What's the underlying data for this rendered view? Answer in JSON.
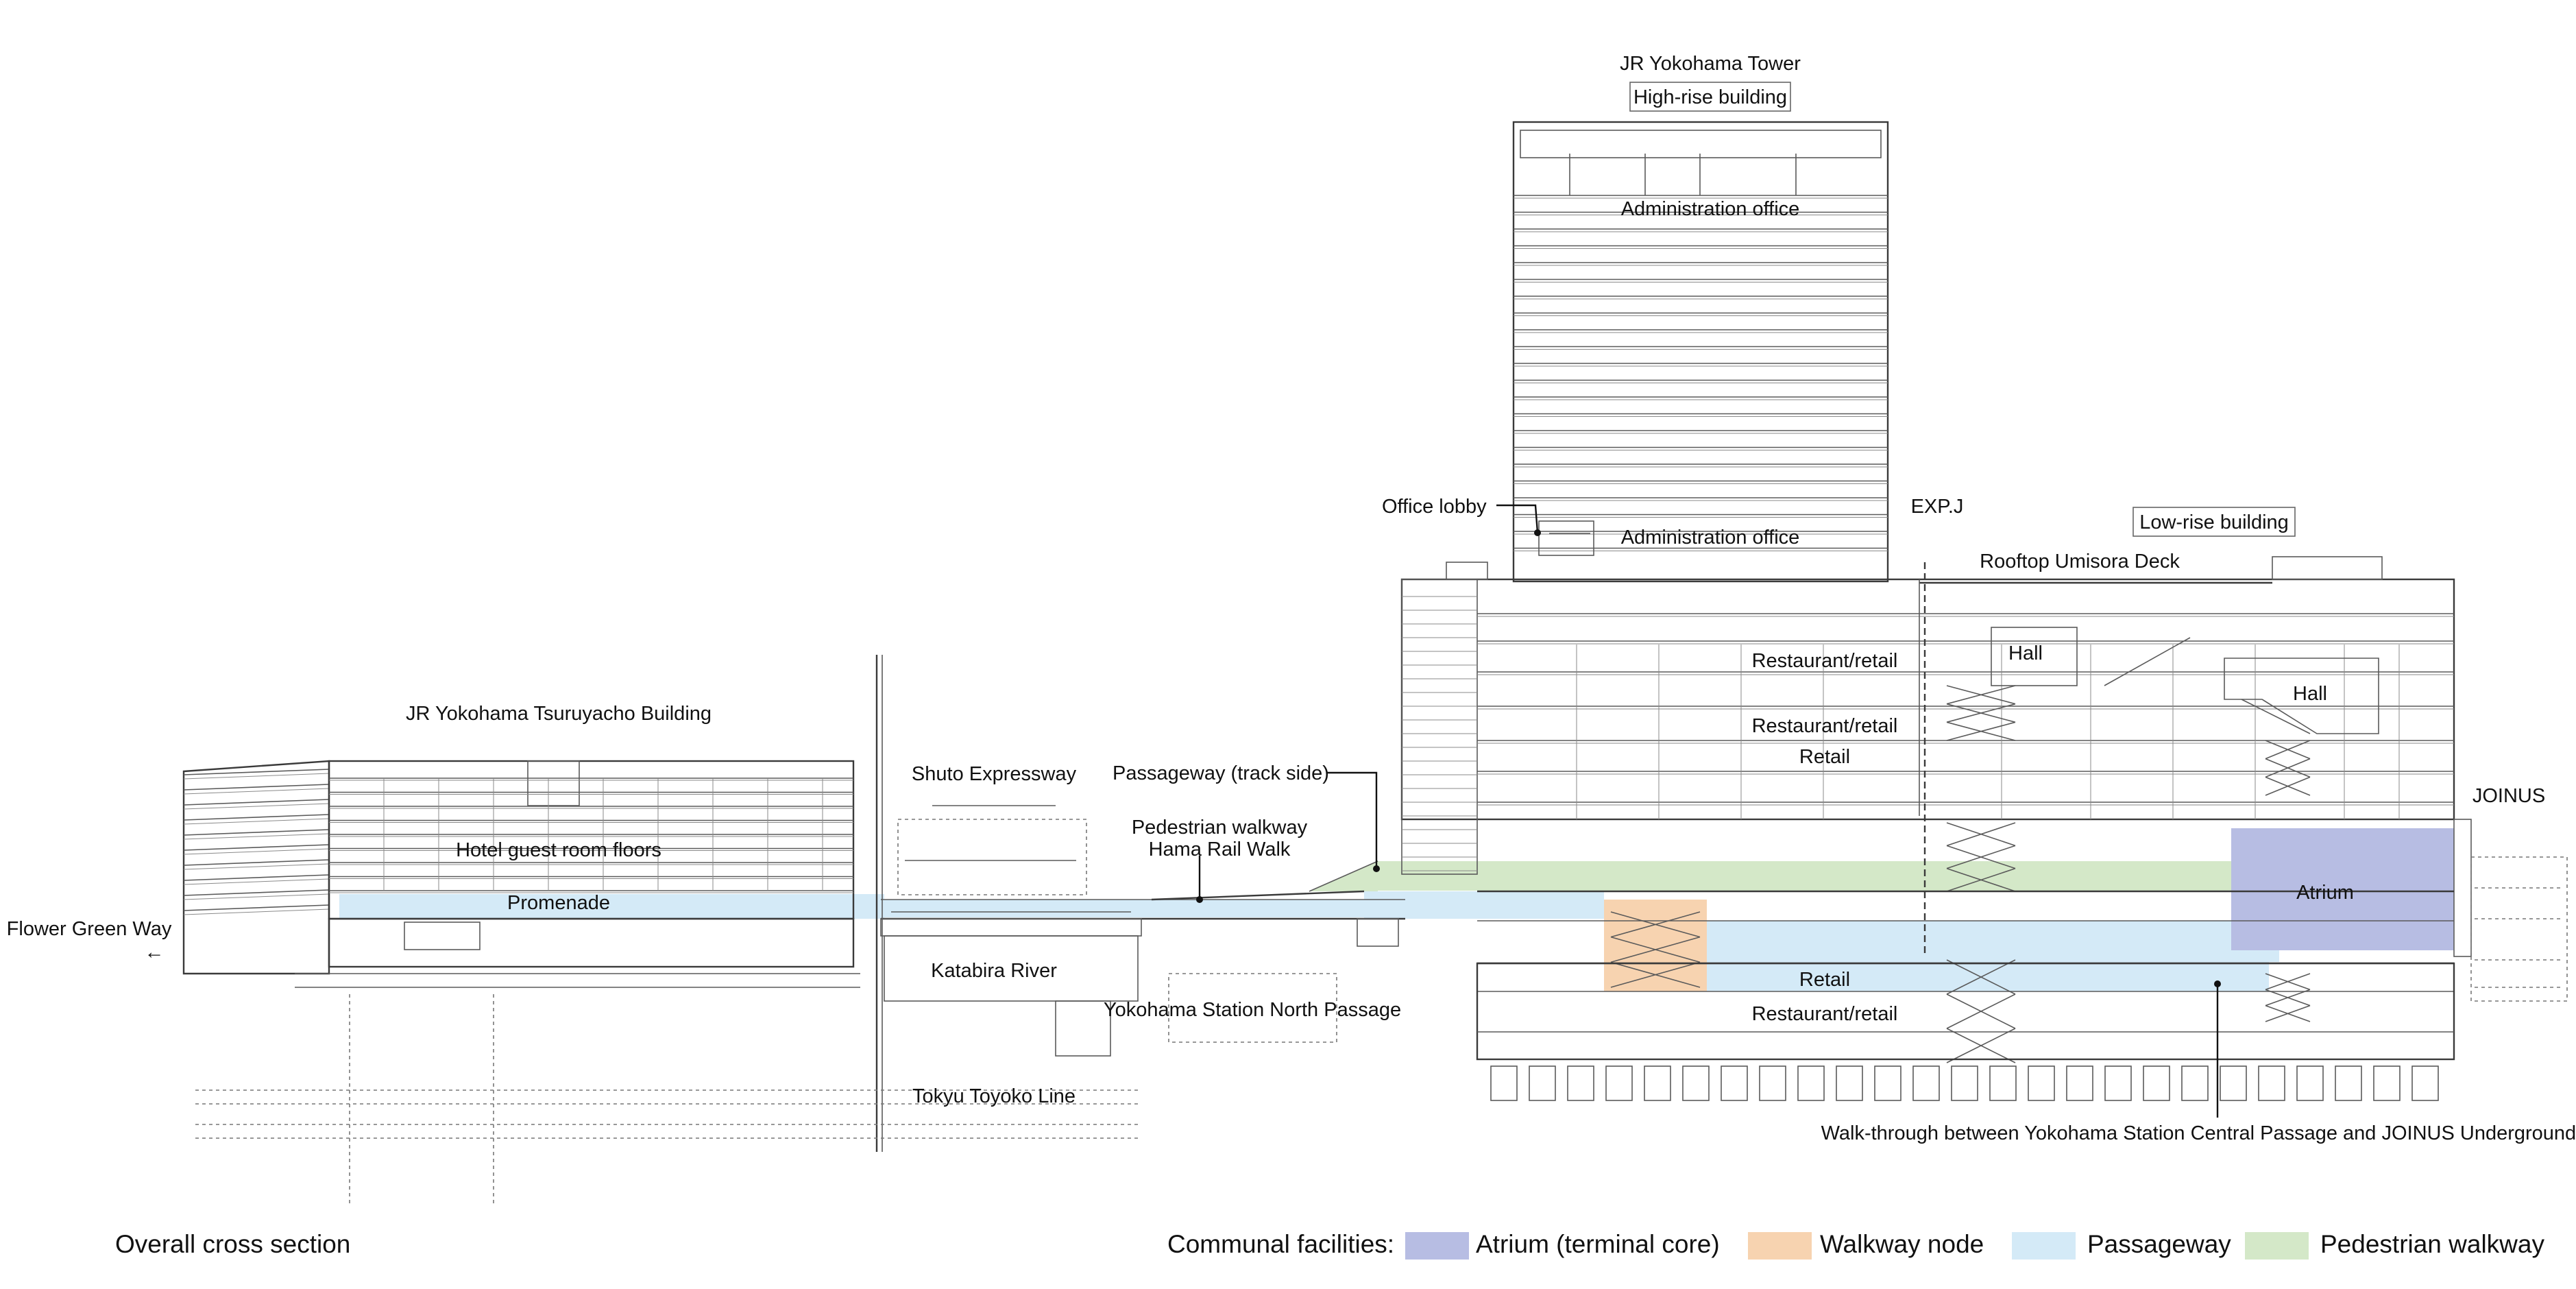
{
  "diagram_title": "Overall cross section",
  "buildings": {
    "tower": "JR Yokohama Tower",
    "high_rise": "High-rise building",
    "low_rise": "Low-rise building",
    "tsuruyacho": "JR Yokohama Tsuruyacho Building",
    "joinus": "JOINUS"
  },
  "labels": {
    "admin_office_top": "Administration office",
    "admin_office_bottom": "Administration office",
    "office_lobby": "Office lobby",
    "exp_j": "EXP.J",
    "rooftop_deck": "Rooftop Umisora Deck",
    "hall_1": "Hall",
    "hall_2": "Hall",
    "restaurant_retail_1": "Restaurant/retail",
    "restaurant_retail_2": "Restaurant/retail",
    "retail_upper": "Retail",
    "atrium": "Atrium",
    "retail_lower": "Retail",
    "restaurant_retail_lower": "Restaurant/retail",
    "walkthrough": "Walk-through between Yokohama Station Central Passage and JOINUS Underground Mall",
    "hotel_floors": "Hotel guest room floors",
    "promenade": "Promenade",
    "flower_green_way": "Flower Green Way",
    "arrow": "←",
    "shuto_expressway": "Shuto Expressway",
    "katabira_river": "Katabira River",
    "tokyu_toyoko": "Tokyu Toyoko Line",
    "passageway_track": "Passageway (track side)",
    "ped_walkway_line1": "Pedestrian walkway",
    "ped_walkway_line2": "Hama Rail Walk",
    "north_passage": "Yokohama Station North Passage"
  },
  "legend": {
    "heading": "Communal facilities:",
    "items": [
      {
        "label": "Atrium (terminal core)",
        "color": "#b7bde3"
      },
      {
        "label": "Walkway node",
        "color": "#f7d3b0"
      },
      {
        "label": "Passageway",
        "color": "#d4eaf7"
      },
      {
        "label": "Pedestrian walkway",
        "color": "#d4e8c8"
      }
    ]
  },
  "colors": {
    "atrium": "#b7bde3",
    "walkway_node": "#f7d3b0",
    "passageway": "#d4eaf7",
    "pedestrian_walkway": "#d4e8c8"
  }
}
